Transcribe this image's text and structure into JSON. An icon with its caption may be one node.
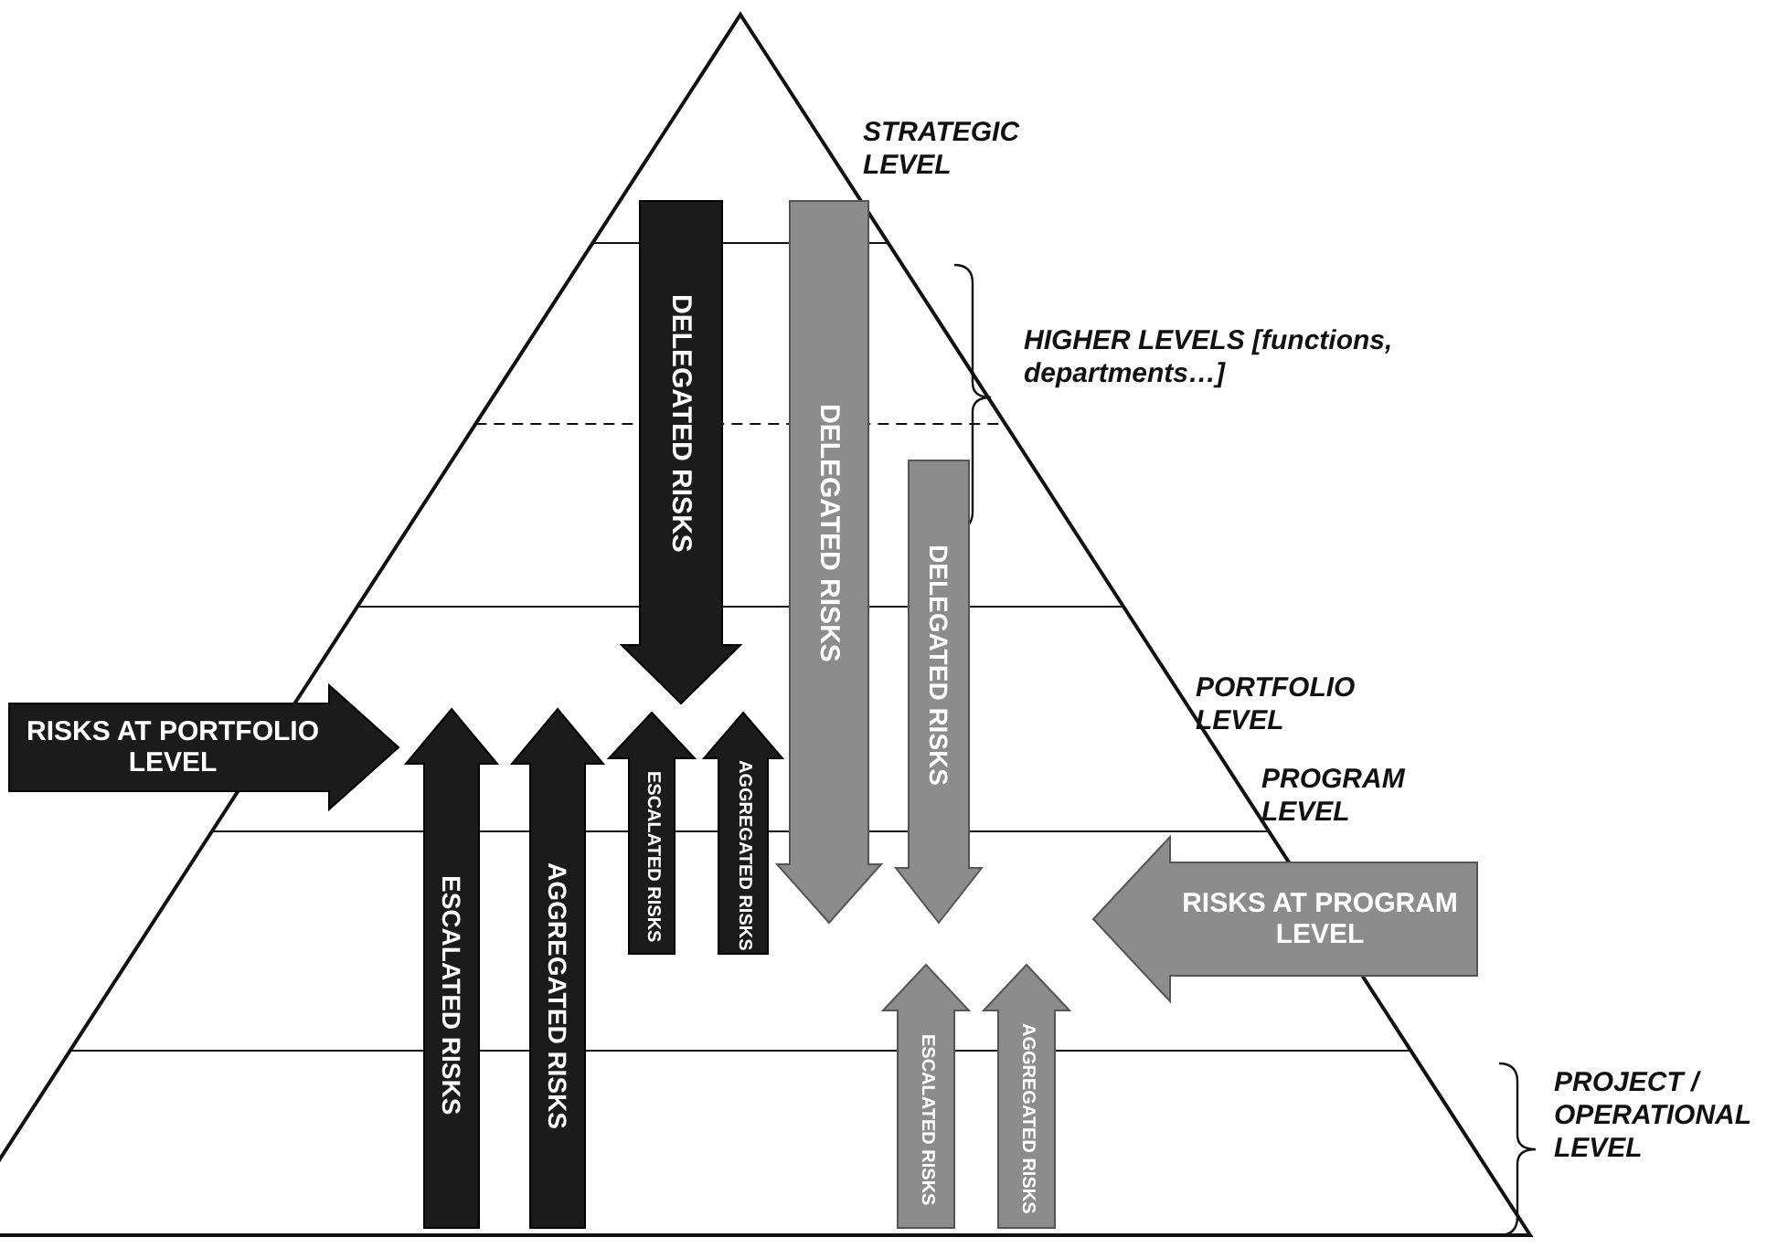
{
  "diagram": {
    "nodes": [
      {
        "text": [
          "RISKS AT PORTFOLIO LEVEL"
        ]
      },
      {
        "text": [
          "DELEGATED RISKS"
        ]
      },
      {
        "text": [
          "DELEGATED RISKS"
        ]
      },
      {
        "text": [
          "DELEGATED RISKS"
        ]
      },
      {
        "text": [
          "ESCALATED RISKS"
        ]
      },
      {
        "text": [
          "AGGREGATED RISKS"
        ]
      },
      {
        "text": [
          "ESCALATED RISKS"
        ]
      },
      {
        "text": [
          "AGGREGATED RISKS"
        ]
      },
      {
        "text": [
          "RISKS AT PROGRAM LEVEL"
        ]
      },
      {
        "text": [
          "ESCALATED RISKS"
        ]
      },
      {
        "text": [
          "AGGREGATED RISKS"
        ]
      }
    ],
    "labels": [
      "STRATEGIC LEVEL",
      "HIGHER LEVELS [functions, departments…]",
      "PORTFOLIO LEVEL",
      "PROGRAM LEVEL",
      "PROJECT / OPERATIONAL LEVEL"
    ]
  }
}
